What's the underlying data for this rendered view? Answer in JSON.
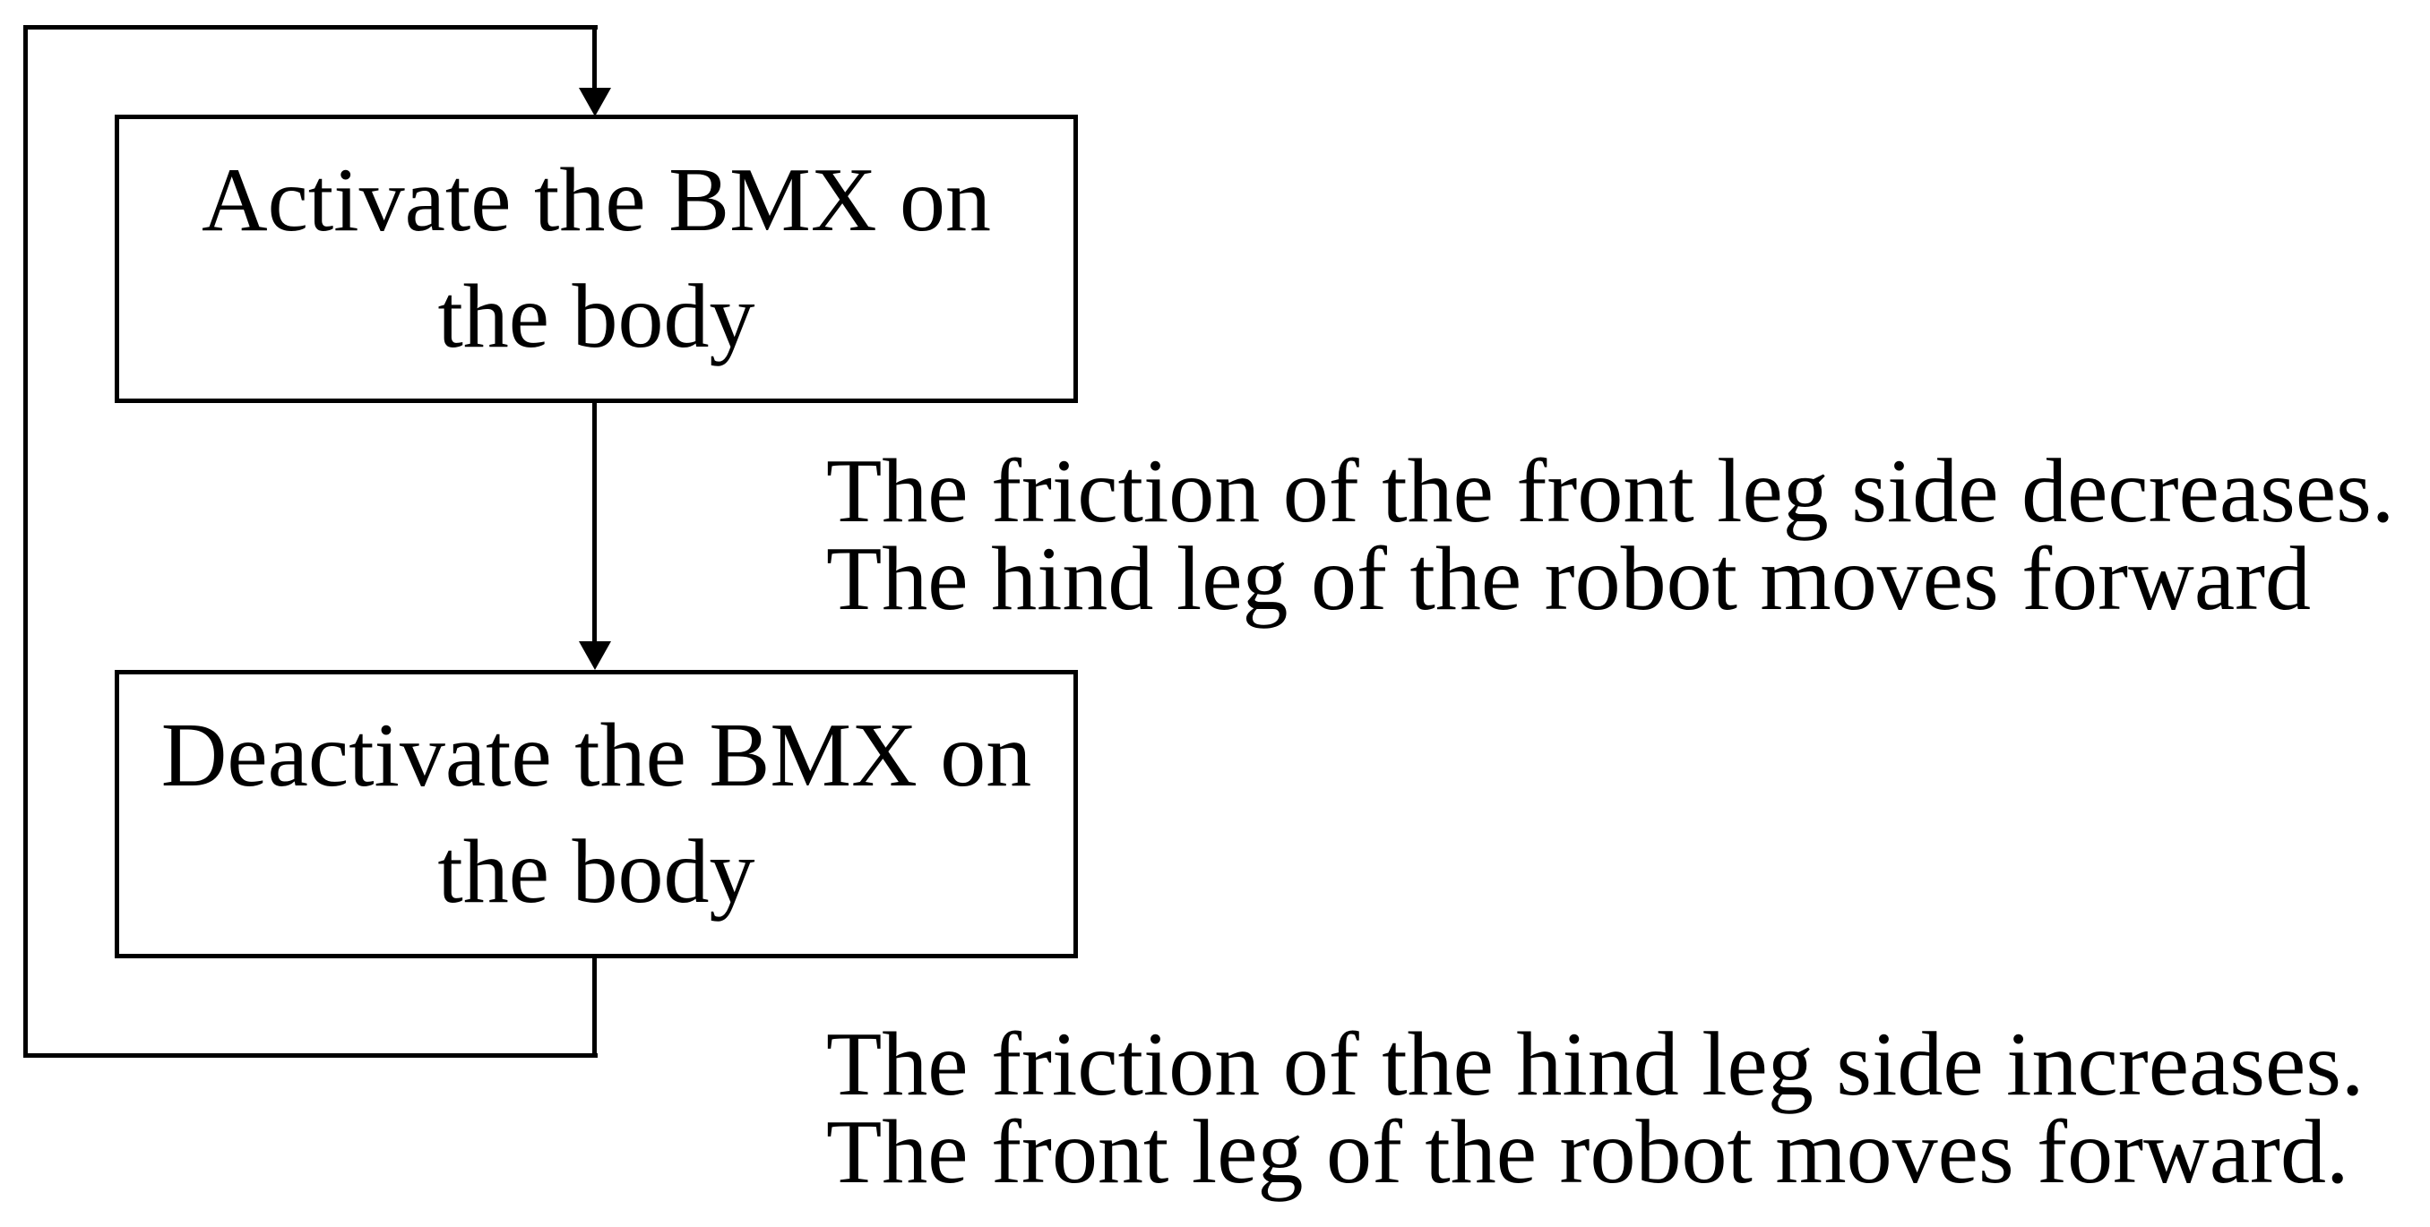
{
  "diagram": {
    "background_color": "#ffffff",
    "line_color": "#000000",
    "text_color": "#000000",
    "type": "flowchart-loop",
    "boxes": [
      {
        "id": "activate",
        "label": "Activate the BMX on\nthe body"
      },
      {
        "id": "deactivate",
        "label": "Deactivate the BMX on\nthe body"
      }
    ],
    "annotations": [
      {
        "id": "after-activate",
        "text": "The friction of the front leg side decreases.\nThe hind leg of the robot moves forward"
      },
      {
        "id": "after-deactivate",
        "text": "The friction of the hind leg side increases.\nThe front leg of the robot moves forward."
      }
    ],
    "connectors": [
      {
        "id": "loop-back",
        "from": "deactivate",
        "to": "activate",
        "style": "rectangular-loop-left"
      },
      {
        "id": "activate-to-deactivate",
        "from": "activate",
        "to": "deactivate",
        "style": "straight-down-arrow"
      }
    ]
  }
}
